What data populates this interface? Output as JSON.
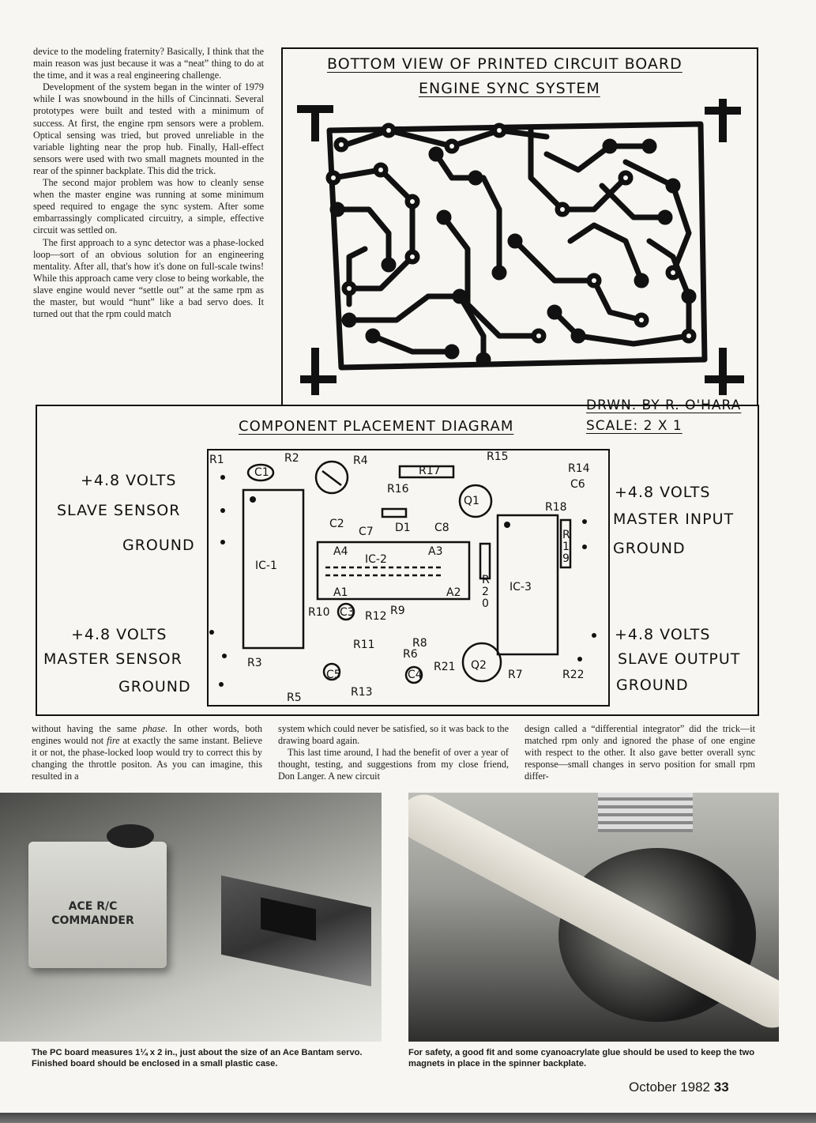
{
  "left_column": {
    "paragraphs": [
      "device to the modeling fraternity? Basically, I think that the main reason was just because it was a “neat” thing to do at the time, and it was a real engineering challenge.",
      "Development of the system began in the winter of 1979 while I was snowbound in the hills of Cincinnati. Several prototypes were built and tested with a minimum of success. At first, the engine rpm sensors were a problem. Optical sensing was tried, but proved unreliable in the variable lighting near the prop hub. Finally, Hall-effect sensors were used with two small magnets mounted in the rear of the spinner backplate. This did the trick.",
      "The second major problem was how to cleanly sense when the master engine was running at some minimum speed required to engage the sync system. After some embarrassingly complicated circuitry, a simple, effective circuit was settled on.",
      "The first approach to a sync detector was a phase-locked loop—sort of an obvious solution for an engineering mentality. After all, that's how it's done on full-scale twins! While this approach came very close to being workable, the slave engine would never “settle out” at the same rpm as the master, but would “hunt” like a bad servo does. It turned out that the rpm could match"
    ]
  },
  "pcb_diagram": {
    "title_line1": "BOTTOM VIEW OF PRINTED CIRCUIT BOARD",
    "title_line2": "ENGINE SYNC SYSTEM",
    "drawn_by": "DRWN. BY R. O'HARA",
    "scale": "SCALE: 2 X 1"
  },
  "component_diagram": {
    "title": "COMPONENT PLACEMENT DIAGRAM",
    "left_labels": [
      "+4.8 VOLTS",
      "SLAVE SENSOR",
      "GROUND",
      "+4.8 VOLTS",
      "MASTER SENSOR",
      "GROUND"
    ],
    "right_labels": [
      "+4.8 VOLTS",
      "MASTER INPUT",
      "GROUND",
      "+4.8 VOLTS",
      "SLAVE OUTPUT",
      "GROUND"
    ],
    "components": [
      "R1",
      "R2",
      "C1",
      "R4",
      "R17",
      "R15",
      "R14",
      "C6",
      "R16",
      "Q1",
      "R18",
      "C2",
      "C7",
      "D1",
      "C8",
      "IC-1",
      "A4",
      "IC-2",
      "A3",
      "A1",
      "A2",
      "R19",
      "R20",
      "IC-3",
      "R10",
      "C3",
      "R12",
      "R9",
      "R8",
      "R11",
      "R6",
      "R21",
      "Q2",
      "R7",
      "R22",
      "R3",
      "C5",
      "C4",
      "R13",
      "R5"
    ]
  },
  "bottom_columns": {
    "col1": "without having the same <i>phase</i>. In other words, both engines would not <i>fire</i> at exactly the same instant. Believe it or not, the phase-locked loop would try to correct this by changing the throttle positon. As you can imagine, this resulted in a",
    "col1_plain": [
      "without having the same ",
      "phase",
      ". In other words, both engines would not ",
      "fire",
      " at exactly the same instant. Believe it or not, the phase-locked loop would try to correct this by changing the throttle positon. As you can imagine, this resulted in a"
    ],
    "col2_p1": "system which could never be satisfied, so it was back to the drawing board again.",
    "col2_p2": "This last time around, I had the benefit of over a year of thought, testing, and suggestions from my close friend, Don Langer. A new circuit",
    "col3": "design called a “differential integrator” did the trick—it matched rpm only and ignored the phase of one engine with respect to the other. It also gave better overall sync response—small changes in servo position for small rpm differ-"
  },
  "photos": {
    "left_box_label_line1": "ACE R/C",
    "left_box_label_line2": "COMMANDER",
    "left_caption": "The PC board measures 1¼ x 2 in., just about the size of an Ace Bantam servo. Finished board should be enclosed in a small plastic case.",
    "right_caption": "For safety, a good fit and some cyanoacrylate glue should be used to keep the two magnets in place in the spinner backplate."
  },
  "footer": {
    "month_year": "October 1982",
    "page_number": "33"
  }
}
